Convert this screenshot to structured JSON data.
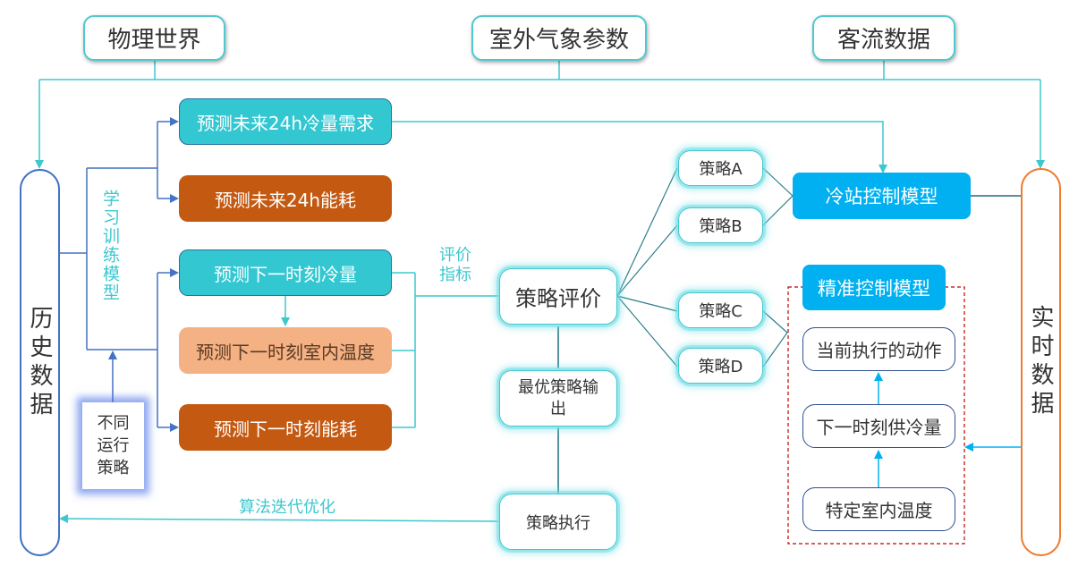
{
  "inputs": {
    "physical_world": "物理世界",
    "weather_params": "室外气象参数",
    "passenger_flow": "客流数据"
  },
  "history_data": "历史数据",
  "realtime_data": "实时数据",
  "learning_label": "学习训练模型",
  "strategy_box": "不同运行策略",
  "predictions": {
    "cooling_24h": "预测未来24h冷量需求",
    "energy_24h": "预测未来24h能耗",
    "cooling_next": "预测下一时刻冷量",
    "temp_next": "预测下一时刻室内温度",
    "energy_next": "预测下一时刻能耗"
  },
  "eval_label": "评价指标",
  "strategy_eval": "策略评价",
  "optimal_output": "最优策略输出",
  "strategy_exec": "策略执行",
  "algo_label": "算法迭代优化",
  "strategies": [
    "策略A",
    "策略B",
    "策略C",
    "策略D"
  ],
  "chiller_model": "冷站控制模型",
  "precise_model": "精准控制模型",
  "precise_steps": {
    "current_action": "当前执行的动作",
    "next_cooling": "下一时刻供冷量",
    "indoor_temp": "特定室内温度"
  },
  "colors": {
    "teal": "#33c7d1",
    "rust": "#c45911",
    "peach": "#f4b183",
    "blue": "#00b0f0",
    "line_cyan": "#3dc7cf",
    "line_blue": "#4472c4",
    "pill_orange": "#ed7d31",
    "dashed_red": "#c00000"
  }
}
